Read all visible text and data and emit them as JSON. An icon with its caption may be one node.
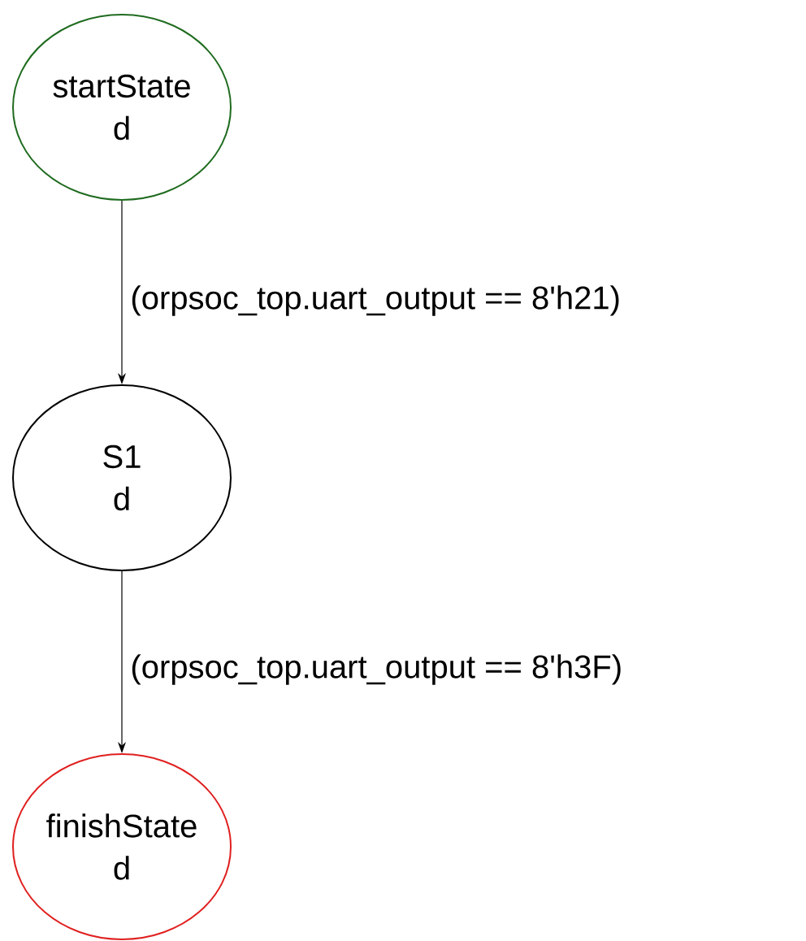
{
  "diagram": {
    "nodes": [
      {
        "text": [
          "startState",
          "d"
        ]
      },
      {
        "text": [
          "S1",
          "d"
        ]
      },
      {
        "text": [
          "finishState",
          "d"
        ]
      }
    ],
    "edges": [
      {
        "from": 0,
        "to": 1,
        "arrow": "to",
        "label": "(orpsoc_top.uart_output == 8'h21)"
      },
      {
        "from": 1,
        "to": 2,
        "arrow": "to",
        "label": "(orpsoc_top.uart_output == 8'h3F)"
      }
    ]
  }
}
